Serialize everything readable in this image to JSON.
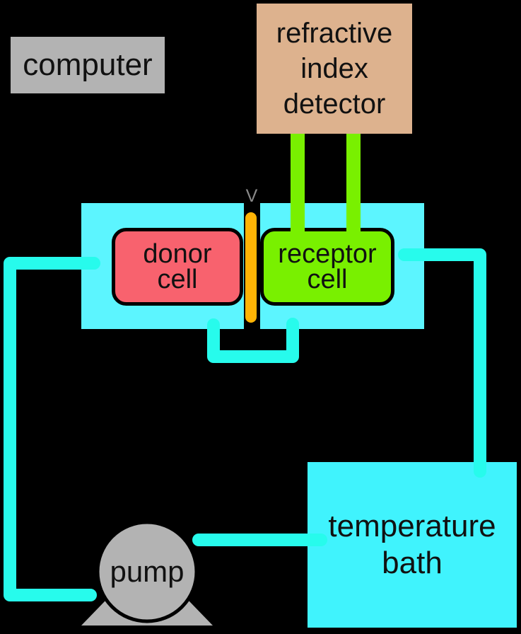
{
  "colors": {
    "background": "#000000",
    "outline": "#000000",
    "text": "#111111",
    "box_gray": "#b3b3b3",
    "detector_tan": "#ddb28e",
    "jacket_cyan": "#5cf5ff",
    "bath_cyan": "#40f3fd",
    "tube_cyan": "#27fbec",
    "tube_green": "#79f000",
    "donor_pink": "#f8626e",
    "receptor_green": "#79f000",
    "membrane_orange": "#ffb405",
    "marker_gray": "#8a8a8a"
  },
  "labels": {
    "computer": "computer",
    "detector": {
      "line1": "refractive",
      "line2": "index",
      "line3": "detector"
    },
    "donor_cell": {
      "line1": "donor",
      "line2": "cell"
    },
    "receptor_cell": {
      "line1": "receptor",
      "line2": "cell"
    },
    "temperature_bath": {
      "line1": "temperature",
      "line2": "bath"
    },
    "pump": "pump",
    "membrane_marker": "V"
  }
}
